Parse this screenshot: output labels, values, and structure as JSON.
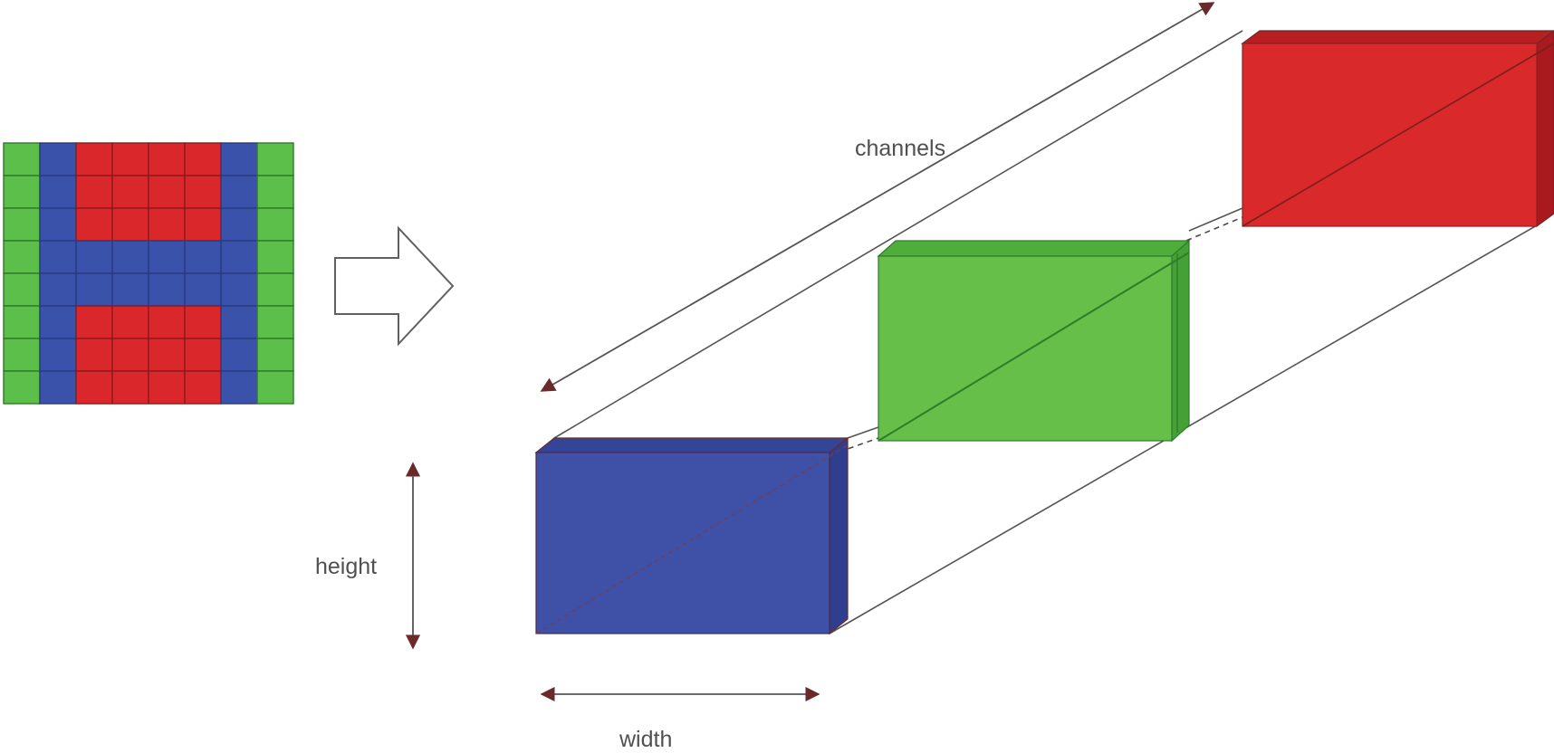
{
  "labels": {
    "channels": "channels",
    "height": "height",
    "width": "width"
  },
  "pixel_grid": {
    "columns": 8,
    "rows": 8,
    "column_colors": [
      "green",
      "blue",
      "red",
      "red",
      "red",
      "red",
      "blue",
      "green"
    ],
    "blue_rows": [
      4,
      5
    ]
  },
  "channels_order": [
    "blue",
    "green",
    "red"
  ],
  "colors": {
    "grid_green": "#5cbf4a",
    "grid_blue": "#3b52aa",
    "grid_red": "#d9272b",
    "block_blue": "#3f51a6",
    "block_green": "#65bf48",
    "block_red": "#d9292b",
    "line": "#555555",
    "arrow_head": "#6b2a2a"
  }
}
